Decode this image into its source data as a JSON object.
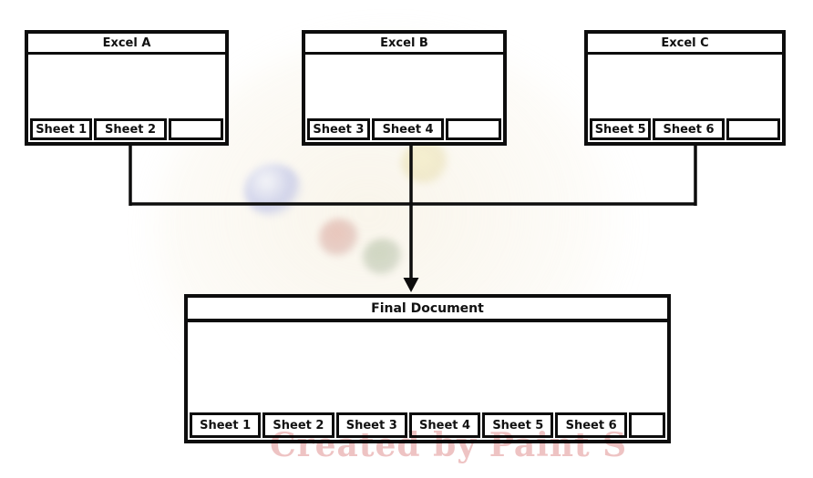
{
  "colors": {
    "line": "#0d0d0d",
    "background": "#ffffff",
    "watermark_text": "#dd8888"
  },
  "workbooks": [
    {
      "title": "Excel A",
      "tabs": [
        "Sheet 1",
        "Sheet 2",
        ""
      ]
    },
    {
      "title": "Excel B",
      "tabs": [
        "Sheet 3",
        "Sheet 4",
        ""
      ]
    },
    {
      "title": "Excel C",
      "tabs": [
        "Sheet 5",
        "Sheet 6",
        ""
      ]
    }
  ],
  "final_document": {
    "title": "Final Document",
    "tabs": [
      "Sheet 1",
      "Sheet 2",
      "Sheet 3",
      "Sheet 4",
      "Sheet 5",
      "Sheet 6",
      ""
    ]
  },
  "watermark": {
    "text": "Created by Paint S"
  }
}
